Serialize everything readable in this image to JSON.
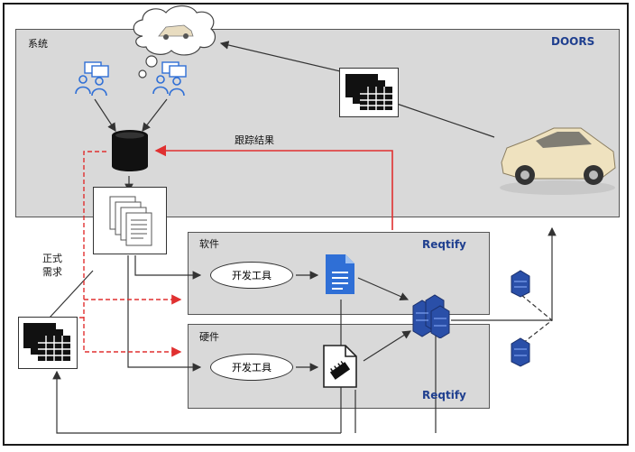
{
  "system": {
    "label": "系统",
    "tool": "DOORS"
  },
  "software": {
    "label": "软件",
    "tool": "Reqtify",
    "dev_tool": "开发工具"
  },
  "hardware": {
    "label": "硬件",
    "tool": "Reqtify",
    "dev_tool": "开发工具"
  },
  "trace_result": "跟踪结果",
  "formal_requirements": {
    "line1": "正式",
    "line2": "需求"
  },
  "colors": {
    "panel": "#d9d9d9",
    "trace_arrow": "#e03030",
    "doc_blue": "#2f6fd6",
    "server_blue": "#2a4fa8",
    "car": "#efe2bf"
  },
  "icons": [
    "thought-cloud-icon",
    "users-group-icon",
    "database-icon",
    "document-stack-icon",
    "table-grid-icon",
    "car-icon",
    "blue-document-icon",
    "hardware-document-icon",
    "server-cluster-icon",
    "server-icon"
  ]
}
